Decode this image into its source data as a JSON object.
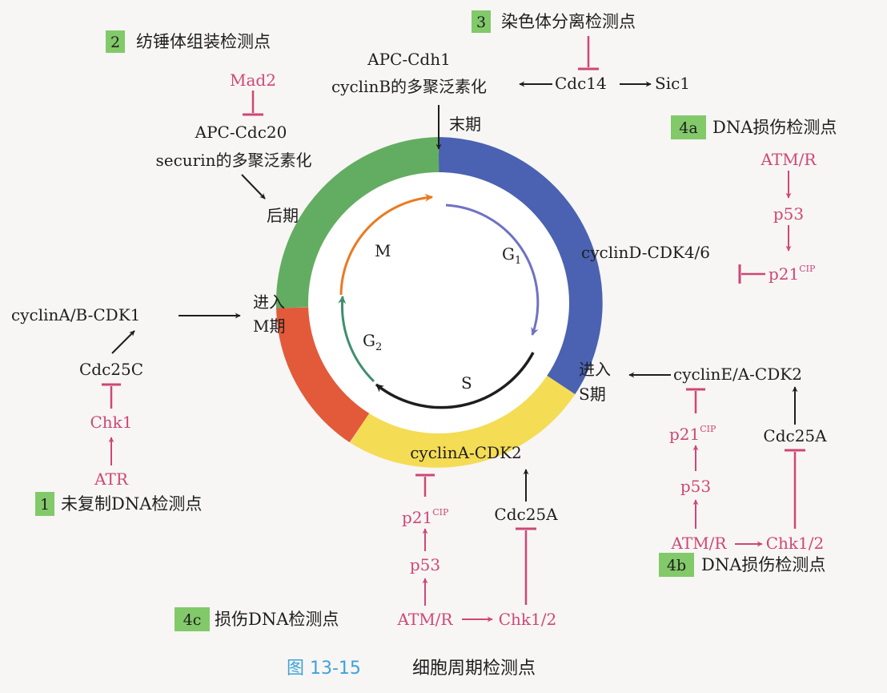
{
  "colors": {
    "ring_G1": "#4a62b1",
    "ring_S": "#f4dc55",
    "ring_G2": "#e25a3a",
    "ring_M": "#63ad62",
    "arrow_G1": "#6f72c2",
    "arrow_S": "#1e1e1e",
    "arrow_G2": "#3e8f6e",
    "arrow_M": "#ea7a22",
    "text_dark": "#1e1e1e",
    "text_pink": "#cf4677",
    "checkpoint_box": "#82c96a",
    "caption_blue": "#3fa2d9"
  },
  "phases": {
    "G1": "G",
    "G1_sub": "1",
    "S": "S",
    "G2": "G",
    "G2_sub": "2",
    "M": "M"
  },
  "checkpoints": {
    "cp1": {
      "num": "1",
      "label": "未复制DNA检测点"
    },
    "cp2": {
      "num": "2",
      "label": "纺锤体组装检测点"
    },
    "cp3": {
      "num": "3",
      "label": "染色体分离检测点"
    },
    "cp4a": {
      "num": "4a",
      "label": "DNA损伤检测点"
    },
    "cp4b": {
      "num": "4b",
      "label": "DNA损伤检测点"
    },
    "cp4c": {
      "num": "4c",
      "label": "损伤DNA检测点"
    }
  },
  "labels": {
    "apc_cdh1": "APC-Cdh1",
    "cyclinB_ubiq": "cyclinB的多聚泛素化",
    "telophase": "末期",
    "cdc14": "Cdc14",
    "sic1": "Sic1",
    "mad2": "Mad2",
    "apc_cdc20": "APC-Cdc20",
    "securin_ubiq": "securin的多聚泛素化",
    "anaphase": "后期",
    "cyclinD": "cyclinD-CDK4/6",
    "atm_4a": "ATM/R",
    "p53_4a": "p53",
    "p21_4a": "p21",
    "cip_4a": "CIP",
    "cyclinAB": "cyclinA/B-CDK1",
    "enterM_1": "进入",
    "enterM_2": "M期",
    "cdc25c": "Cdc25C",
    "chk1": "Chk1",
    "atr": "ATR",
    "enterS_1": "进入",
    "enterS_2": "S期",
    "cyclinEA": "cyclinE/A-CDK2",
    "p21_4b": "p21",
    "cip_4b": "CIP",
    "p53_4b": "p53",
    "cdc25a_4b": "Cdc25A",
    "atm_4b": "ATM/R",
    "chk12_4b": "Chk1/2",
    "cyclinA_cdk2": "cyclinA-CDK2",
    "p21_4c": "p21",
    "cip_4c": "CIP",
    "p53_4c": "p53",
    "cdc25a_4c": "Cdc25A",
    "atm_4c": "ATM/R",
    "chk12_4c": "Chk1/2"
  },
  "caption": {
    "number": "图 13-15",
    "title": "细胞周期检测点"
  }
}
